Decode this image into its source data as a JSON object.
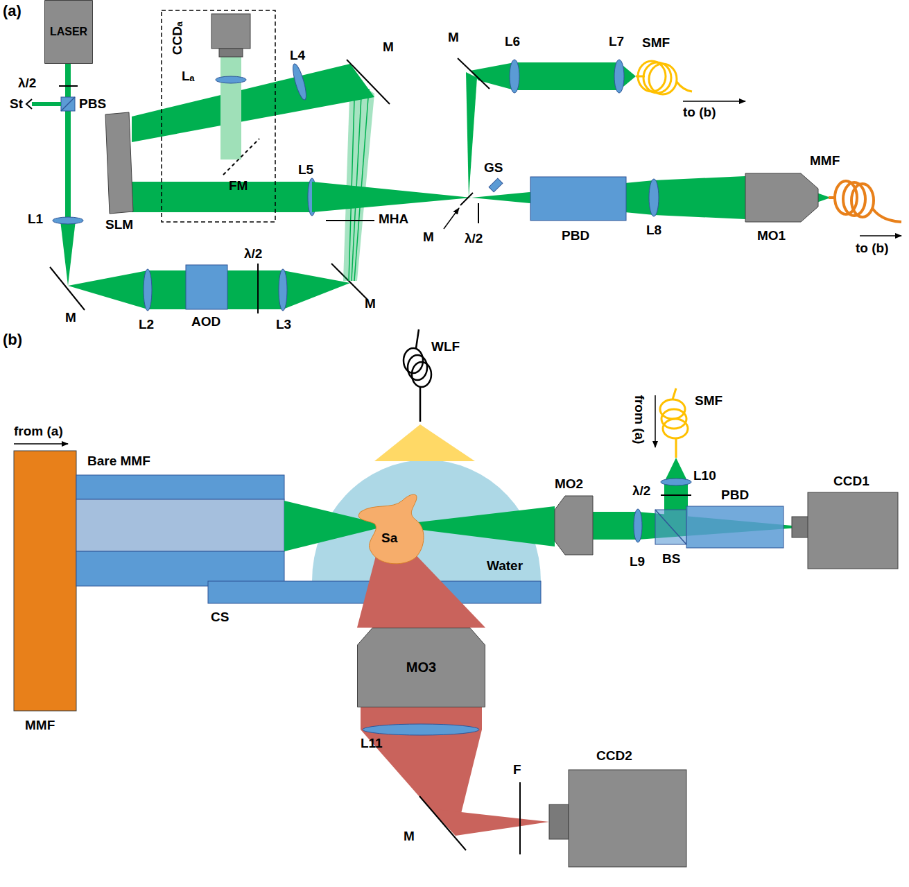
{
  "diagram": {
    "nodes": [
      {
        "text": [
          "LASER"
        ]
      },
      {
        "text": [
          "MO3"
        ]
      }
    ],
    "labels": [
      "(a)",
      "λ/2",
      "St",
      "PBS",
      "L1",
      "SLM",
      "CCDₐ",
      "Lₐ",
      "L4",
      "M",
      "FM",
      "L5",
      "MHA",
      "M",
      "L2",
      "AOD",
      "λ/2",
      "L3",
      "M",
      "M",
      "L6",
      "L7",
      "SMF",
      "to (b)",
      "GS",
      "M",
      "λ/2",
      "PBD",
      "L8",
      "MO1",
      "MMF",
      "to (b)",
      "(b)",
      "from (a)",
      "Bare MMF",
      "WLF",
      "Sa",
      "Water",
      "CS",
      "MO2",
      "from (a)",
      "SMF",
      "L10",
      "λ/2",
      "L9",
      "BS",
      "PBD",
      "CCD1",
      "MMF",
      "L11",
      "M",
      "F",
      "CCD2"
    ]
  }
}
